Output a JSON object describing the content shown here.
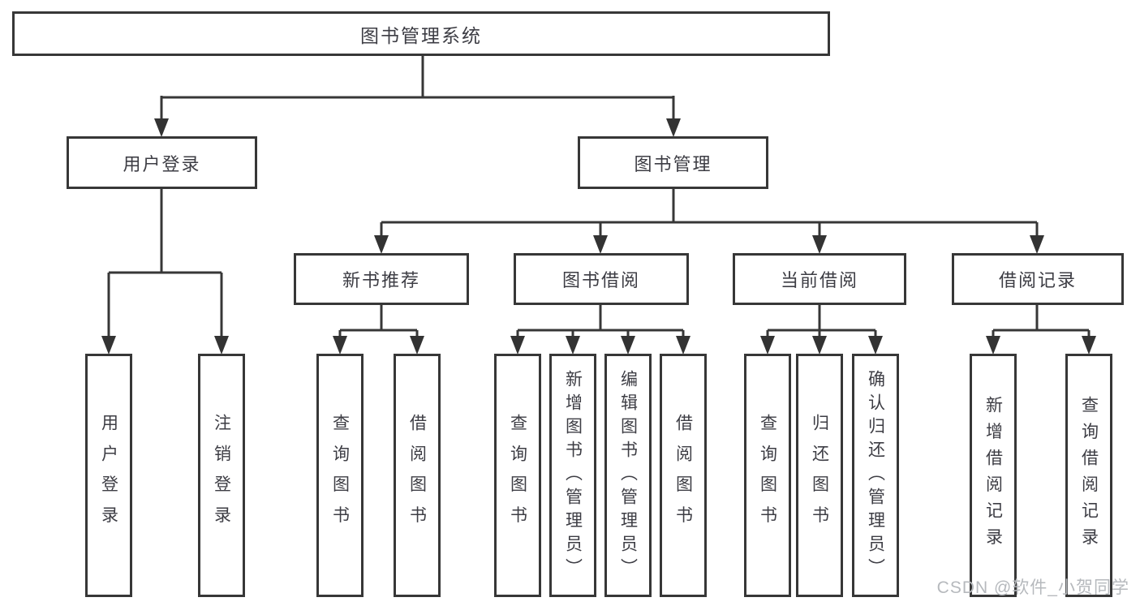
{
  "diagram": {
    "root": {
      "label": "图书管理系统"
    },
    "branches": [
      {
        "label": "用户登录",
        "children": [
          {
            "label": "用户登录"
          },
          {
            "label": "注销登录"
          }
        ]
      },
      {
        "label": "图书管理",
        "children": [
          {
            "label": "新书推荐",
            "children": [
              {
                "label": "查询图书"
              },
              {
                "label": "借阅图书"
              }
            ]
          },
          {
            "label": "图书借阅",
            "children": [
              {
                "label": "查询图书"
              },
              {
                "label": "新增图书（管理员）"
              },
              {
                "label": "编辑图书（管理员）"
              },
              {
                "label": "借阅图书"
              }
            ]
          },
          {
            "label": "当前借阅",
            "children": [
              {
                "label": "查询图书"
              },
              {
                "label": "归还图书"
              },
              {
                "label": "确认归还（管理员）"
              }
            ]
          },
          {
            "label": "借阅记录",
            "children": [
              {
                "label": "新增借阅记录"
              },
              {
                "label": "查询借阅记录"
              }
            ]
          }
        ]
      }
    ]
  },
  "watermark": {
    "text": "CSDN @软件_小贺同学"
  },
  "colors": {
    "line": "#373737",
    "text": "#3d3d44",
    "watermark": "#b6b9bd",
    "background": "#ffffff"
  }
}
